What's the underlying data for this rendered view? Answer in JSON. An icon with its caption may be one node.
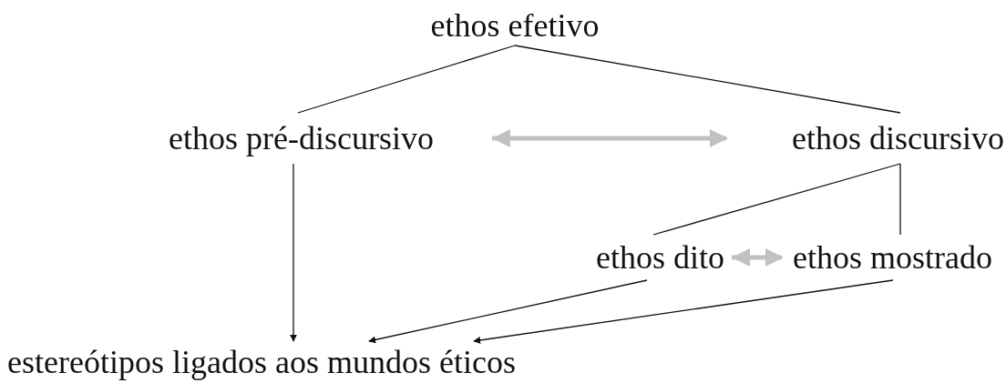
{
  "diagram": {
    "nodes": [
      {
        "text": [
          "ethos efetivo"
        ]
      },
      {
        "text": [
          "ethos pré-discursivo"
        ]
      },
      {
        "text": [
          "ethos discursivo"
        ]
      },
      {
        "text": [
          "ethos dito"
        ]
      },
      {
        "text": [
          "ethos mostrado"
        ]
      },
      {
        "text": [
          "estereótipos ligados aos mundos éticos"
        ]
      }
    ],
    "edges": [
      {
        "from": 0,
        "to": 1,
        "arrow": "none"
      },
      {
        "from": 0,
        "to": 2,
        "arrow": "none"
      },
      {
        "from": 1,
        "to": 2,
        "arrow": "both",
        "style": "thick",
        "color": "#bfc1c3"
      },
      {
        "from": 2,
        "to": 3,
        "arrow": "none"
      },
      {
        "from": 2,
        "to": 4,
        "arrow": "none"
      },
      {
        "from": 3,
        "to": 4,
        "arrow": "both",
        "style": "thick",
        "color": "#bfc1c3"
      },
      {
        "from": 1,
        "to": 5,
        "arrow": "to"
      },
      {
        "from": 3,
        "to": 5,
        "arrow": "to"
      },
      {
        "from": 4,
        "to": 5,
        "arrow": "to"
      }
    ]
  }
}
